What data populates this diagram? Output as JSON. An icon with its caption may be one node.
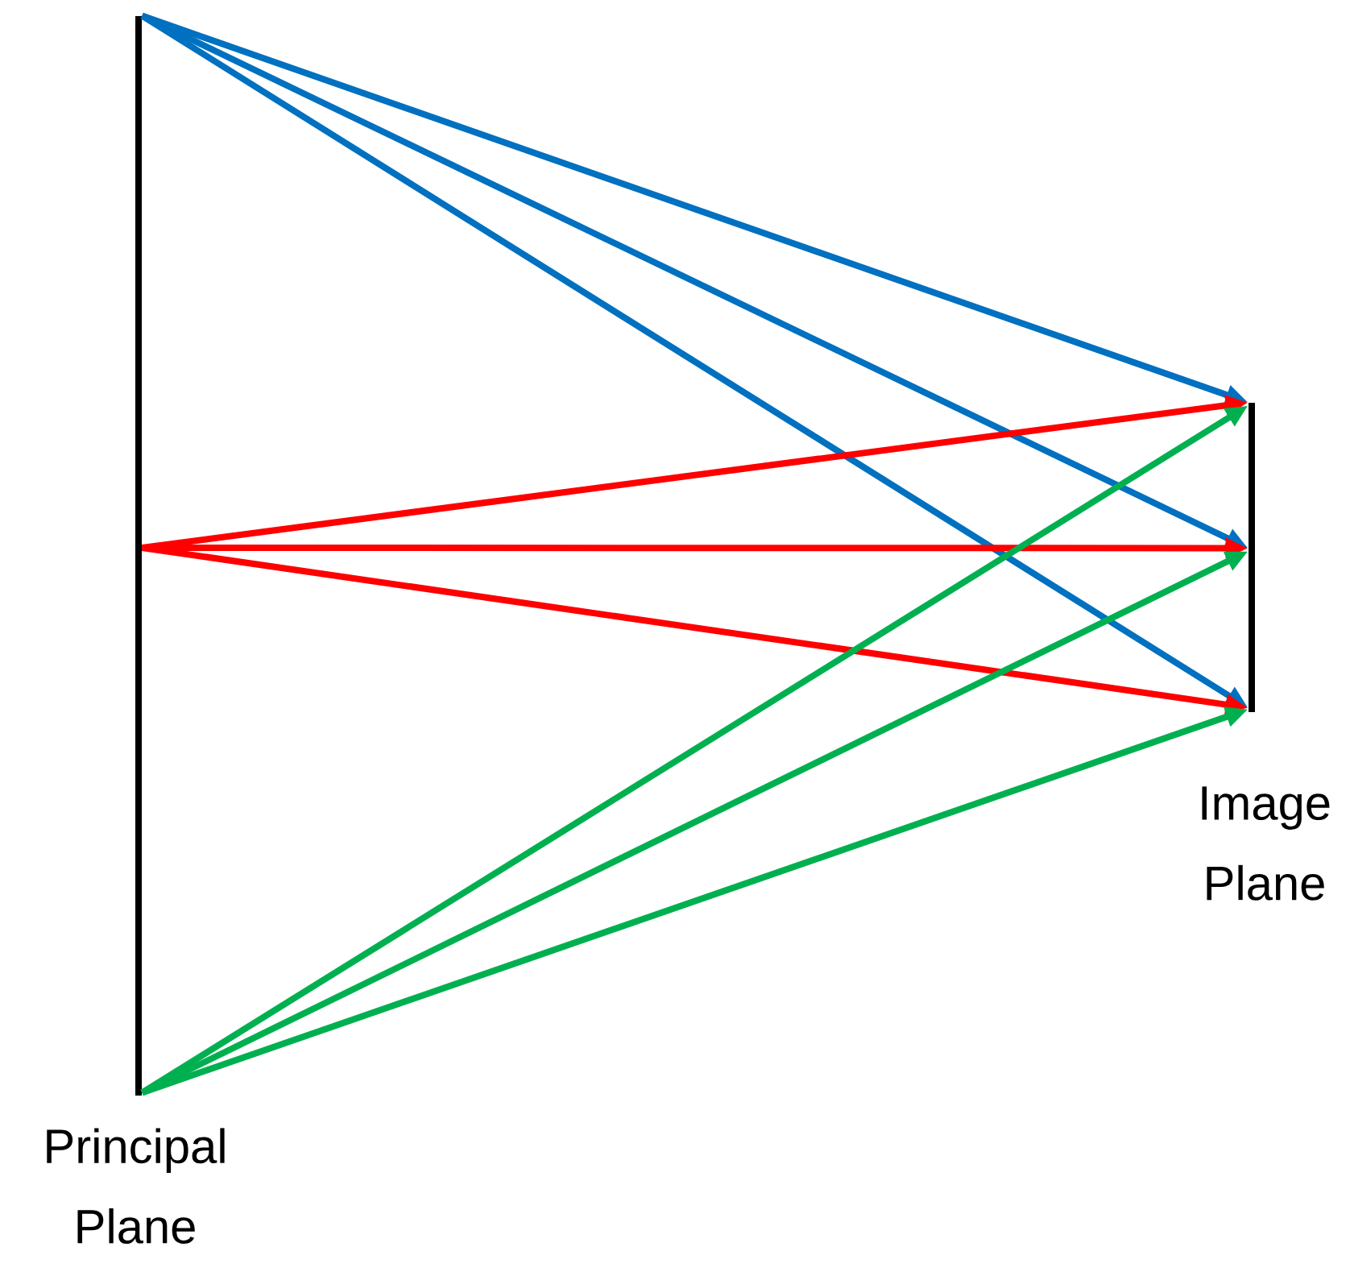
{
  "diagram": {
    "nodes": [
      {
        "text": [
          "Principal Plane"
        ]
      },
      {
        "text": [
          "Image Plane"
        ]
      }
    ],
    "edges": [
      {
        "from": 0,
        "to": 1,
        "arrow": "to",
        "color": "#0070c0"
      },
      {
        "from": 0,
        "to": 1,
        "arrow": "to",
        "color": "#0070c0"
      },
      {
        "from": 0,
        "to": 1,
        "arrow": "to",
        "color": "#0070c0"
      },
      {
        "from": 0,
        "to": 1,
        "arrow": "to",
        "color": "#ff0000"
      },
      {
        "from": 0,
        "to": 1,
        "arrow": "to",
        "color": "#ff0000"
      },
      {
        "from": 0,
        "to": 1,
        "arrow": "to",
        "color": "#ff0000"
      },
      {
        "from": 0,
        "to": 1,
        "arrow": "to",
        "color": "#00b050"
      },
      {
        "from": 0,
        "to": 1,
        "arrow": "to",
        "color": "#00b050"
      },
      {
        "from": 0,
        "to": 1,
        "arrow": "to",
        "color": "#00b050"
      }
    ]
  }
}
